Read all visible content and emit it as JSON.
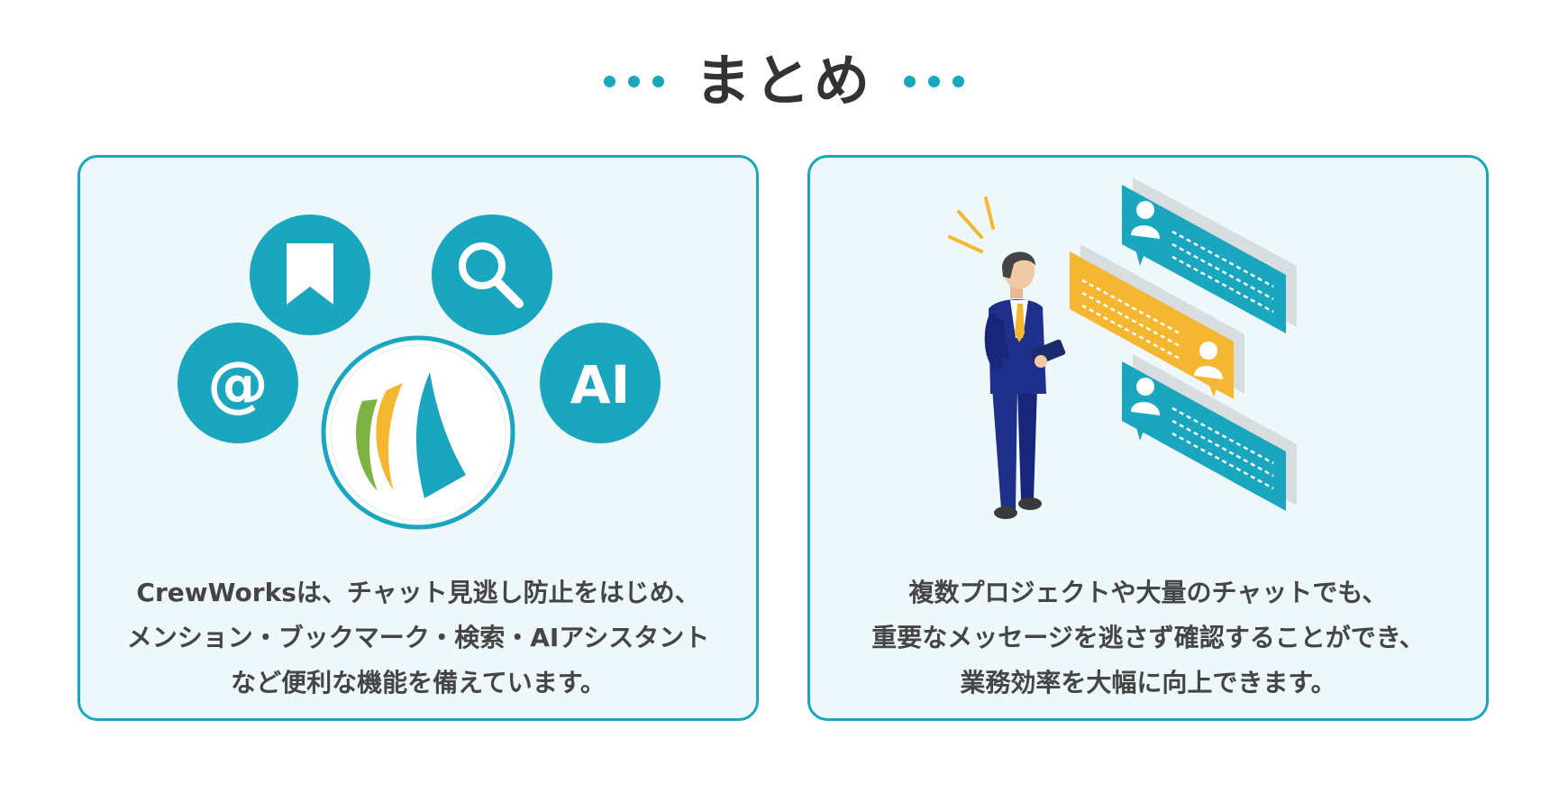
{
  "header": {
    "title": "まとめ"
  },
  "left_card": {
    "icons": {
      "at_symbol": "@",
      "ai_label": "AI"
    },
    "icon_names": [
      "at-sign-icon",
      "bookmark-icon",
      "search-icon",
      "ai-icon",
      "sail-logo-icon"
    ],
    "lines": [
      "CrewWorksは、チャット見逃し防止をはじめ、",
      "メンション・ブックマーク・検索・AIアシスタント",
      "など便利な機能を備えています。"
    ]
  },
  "right_card": {
    "icon_names": [
      "businessman-illustration",
      "chat-bubble-icon",
      "user-icon"
    ],
    "lines": [
      "複数プロジェクトや大量のチャットでも、",
      "重要なメッセージを逃さず確認することができ、",
      "業務効率を大幅に向上できます。"
    ]
  },
  "colors": {
    "accent": "#1aa6bf",
    "card_bg": "#eef8fb",
    "highlight": "#f5b731",
    "logo_green": "#7cb342",
    "suit": "#1e2f8c"
  }
}
